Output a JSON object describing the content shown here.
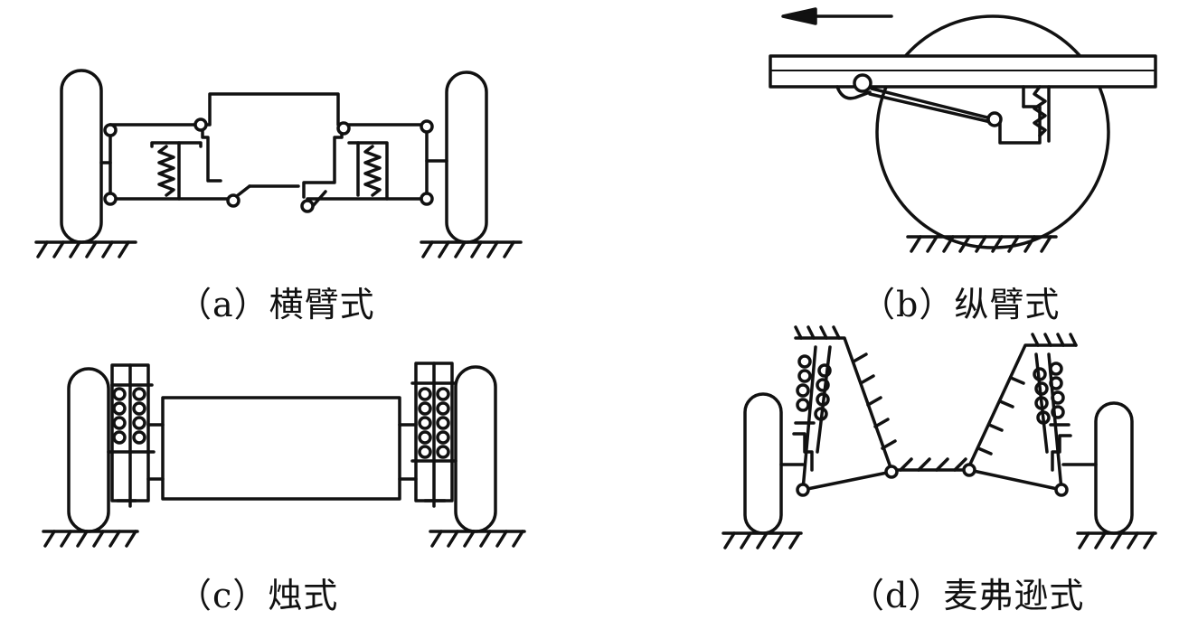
{
  "captions": {
    "a": "（a）横臂式",
    "b": "（b）纵臂式",
    "c": "（c）烛式",
    "d": "（d）麦弗逊式"
  },
  "colors": {
    "line": "#111111",
    "background": "#ffffff"
  }
}
